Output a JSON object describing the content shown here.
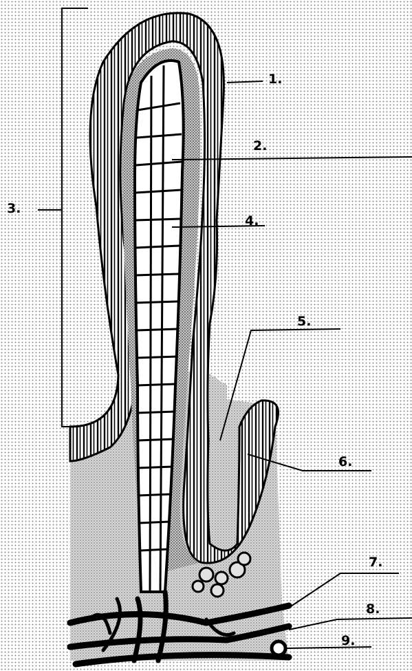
{
  "diagram": {
    "labels": [
      {
        "id": "1",
        "text": "1."
      },
      {
        "id": "2",
        "text": "2."
      },
      {
        "id": "3",
        "text": "3."
      },
      {
        "id": "4",
        "text": "4."
      },
      {
        "id": "5",
        "text": "5."
      },
      {
        "id": "6",
        "text": "6."
      },
      {
        "id": "7",
        "text": "7."
      },
      {
        "id": "8",
        "text": "8."
      },
      {
        "id": "9",
        "text": "9."
      }
    ]
  }
}
